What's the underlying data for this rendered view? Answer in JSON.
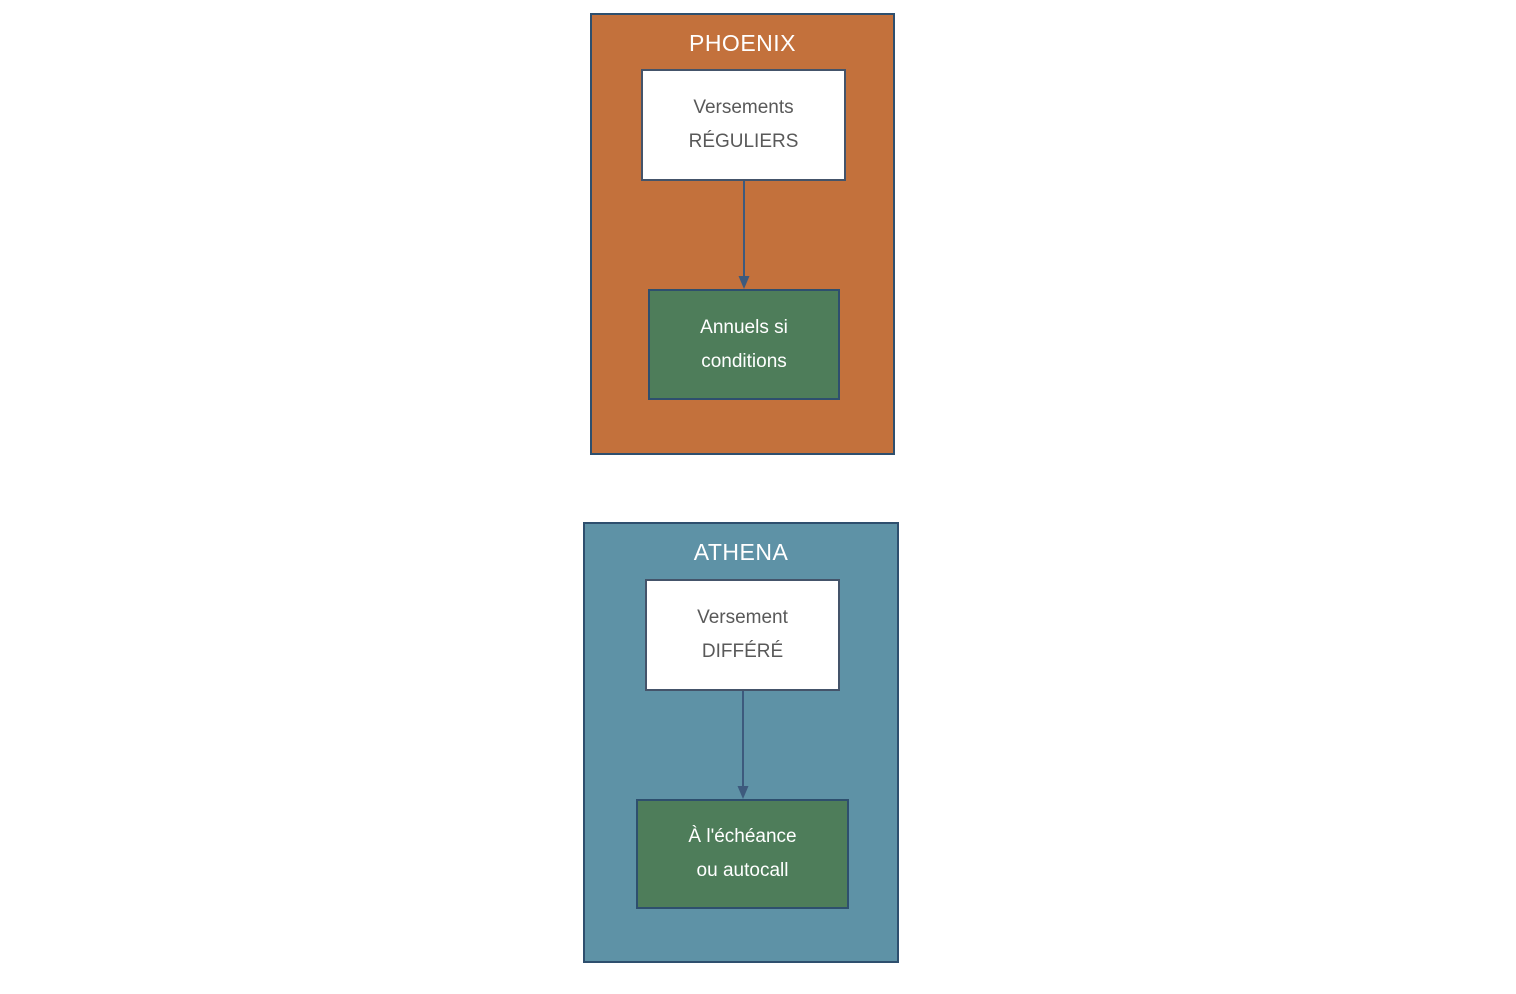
{
  "diagram": {
    "panels": [
      {
        "name": "phoenix",
        "title": "PHOENIX",
        "bg_color": "#c3713c",
        "top_box": {
          "line1": "Versements",
          "line2": "RÉGULIERS"
        },
        "bottom_box": {
          "line1": "Annuels si",
          "line2": "conditions"
        }
      },
      {
        "name": "athena",
        "title": "ATHENA",
        "bg_color": "#5e92a6",
        "top_box": {
          "line1": "Versement",
          "line2": "DIFFÉRÉ"
        },
        "bottom_box": {
          "line1": "À l'échéance",
          "line2": "ou autocall"
        }
      }
    ],
    "colors": {
      "panel_border": "#2e4f6e",
      "node_border": "#44546a",
      "green_node_bg": "#4e7d5a",
      "arrow": "#3d5a7d",
      "white_node_text": "#595959",
      "title_text": "#ffffff"
    }
  }
}
